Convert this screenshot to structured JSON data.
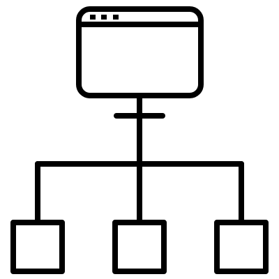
{
  "icon": {
    "name": "sitemap-icon",
    "stroke_color": "#000000",
    "background_color": "#ffffff",
    "parts": {
      "root": "browser-window-icon",
      "window_dots": 3,
      "children": [
        "child-node-left",
        "child-node-center",
        "child-node-right"
      ]
    }
  }
}
